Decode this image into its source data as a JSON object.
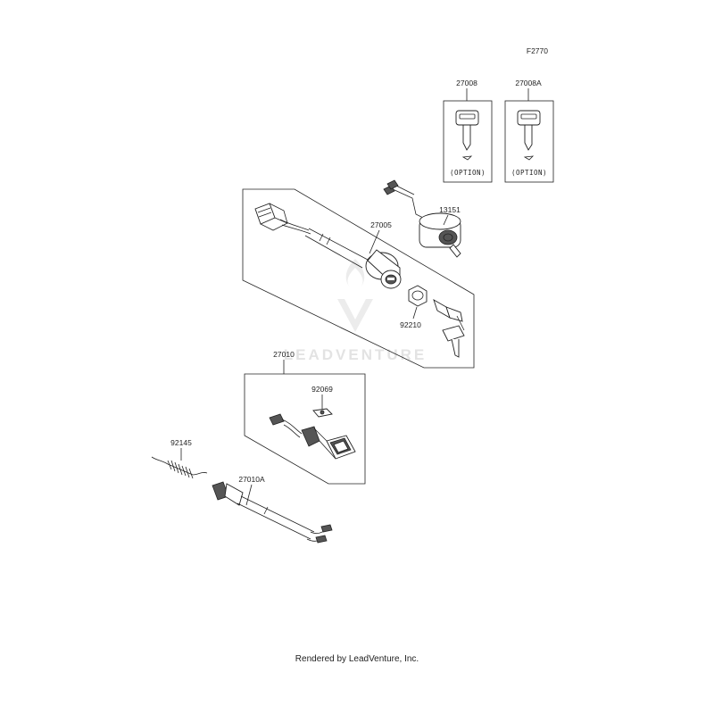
{
  "diagram": {
    "figure_code": "F2770",
    "watermark": "LEADVENTURE",
    "footer": "Rendered by LeadVenture, Inc.",
    "parts": [
      {
        "label": "27008",
        "option": "(OPTION)"
      },
      {
        "label": "27008A",
        "option": "(OPTION)"
      },
      {
        "label": "13151"
      },
      {
        "label": "27005"
      },
      {
        "label": "92210"
      },
      {
        "label": "27010"
      },
      {
        "label": "92069"
      },
      {
        "label": "92145"
      },
      {
        "label": "27010A"
      }
    ]
  }
}
